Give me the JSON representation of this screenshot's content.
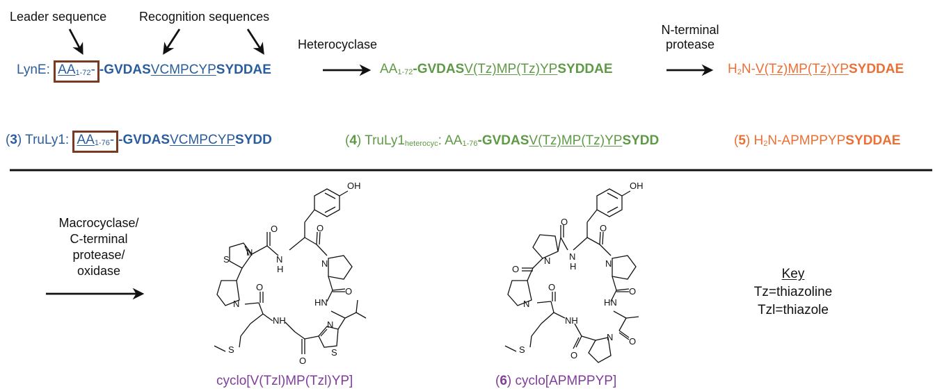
{
  "annotations": {
    "leader": "Leader sequence",
    "recognition": "Recognition sequences",
    "heterocyclase": "Heterocyclase",
    "nterm_line1": "N-terminal",
    "nterm_line2": "protease",
    "macro_lines": [
      "Macrocyclase/",
      "C-terminal",
      "protease/",
      "oxidase"
    ]
  },
  "row1": {
    "lyne_prefix": "LynE: ",
    "aa_box": "AA",
    "aa_sub": "1-72",
    "dash": "-",
    "lyne_bold": "-GVDAS",
    "lyne_under": "VCMPCYP",
    "lyne_tail": "SYDDAE",
    "mid_aa": "AA",
    "mid_sub": "1-72",
    "mid_bold": "-GVDAS",
    "mid_under": "V(Tz)MP(Tz)YP",
    "mid_tail": "SYDDAE",
    "right_pre": "H",
    "right_sub": "2",
    "right_n": "N-",
    "right_under": "V(Tz)MP(Tz)YP",
    "right_tail": "SYDDAE"
  },
  "row2": {
    "c3_num": "3",
    "c3_name": " TruLy1: ",
    "c3_aa": "AA",
    "c3_sub": "1-76",
    "c3_dash": "-",
    "c3_bold": "-GVDAS",
    "c3_under": "VCMPCYP",
    "c3_tail": "SYDD",
    "c4_num": "4",
    "c4_name": " TruLy1",
    "c4_sub": "heterocyc",
    "c4_colon": ": AA",
    "c4_aasub": "1-76",
    "c4_bold": "-GVDAS",
    "c4_under": "V(Tz)MP(Tz)YP",
    "c4_tail": "SYDD",
    "c5_num": "5",
    "c5_pre": " H",
    "c5_sub": "2",
    "c5_mid": "N-APMPPYP",
    "c5_tail": "SYDDAE"
  },
  "paren_open": "(",
  "paren_close": ")",
  "molecule1_caption": "cyclo[V(Tzl)MP(Tzl)YP]",
  "molecule2_caption": {
    "num": "6",
    "text": " cyclo[APMPPYP]"
  },
  "atoms": {
    "oh": "OH",
    "s": "S",
    "n": "N",
    "h": "H",
    "nh": "NH",
    "hn": "HN",
    "o": "O"
  },
  "key": {
    "title": "Key",
    "line1": "Tz=thiazoline",
    "line2": "Tzl=thiazole"
  },
  "colors": {
    "blue": "#2a5d9b",
    "green": "#5e9a46",
    "orange": "#ea7035",
    "purple": "#7f3d9a",
    "box": "#7a3a22"
  }
}
